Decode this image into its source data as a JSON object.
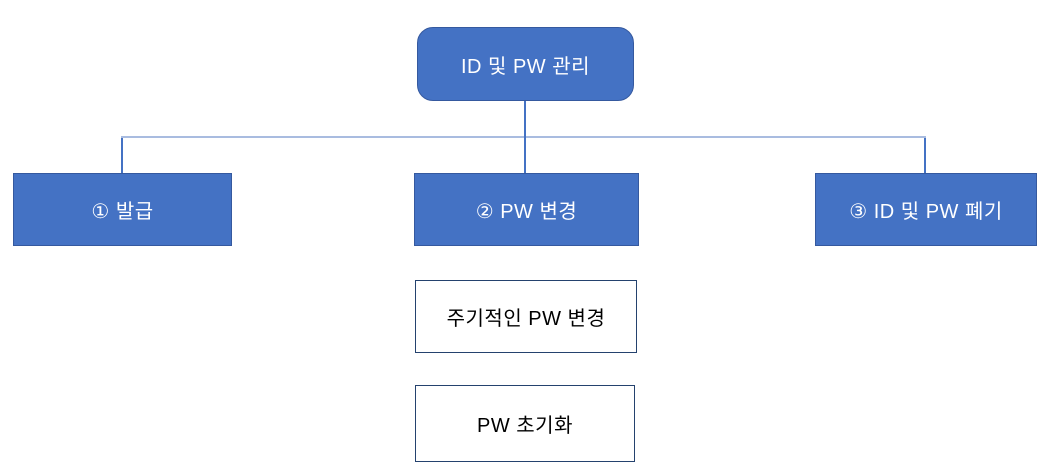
{
  "diagram": {
    "title_node": {
      "label": "ID 및 PW 관리"
    },
    "children": [
      {
        "label": "① 발급"
      },
      {
        "label": "② PW 변경"
      },
      {
        "label": "③ ID 및 PW 폐기"
      }
    ],
    "sub_items": [
      {
        "label": "주기적인 PW 변경"
      },
      {
        "label": "PW 초기화"
      }
    ],
    "colors": {
      "node_fill": "#4472C4",
      "node_border": "#35599F",
      "node_text": "#FFFFFF",
      "sub_fill": "#FFFFFF",
      "sub_border": "#24426E",
      "sub_text": "#000000",
      "connector_h": "#A9BCE0",
      "connector_v": "#4472C4"
    }
  }
}
